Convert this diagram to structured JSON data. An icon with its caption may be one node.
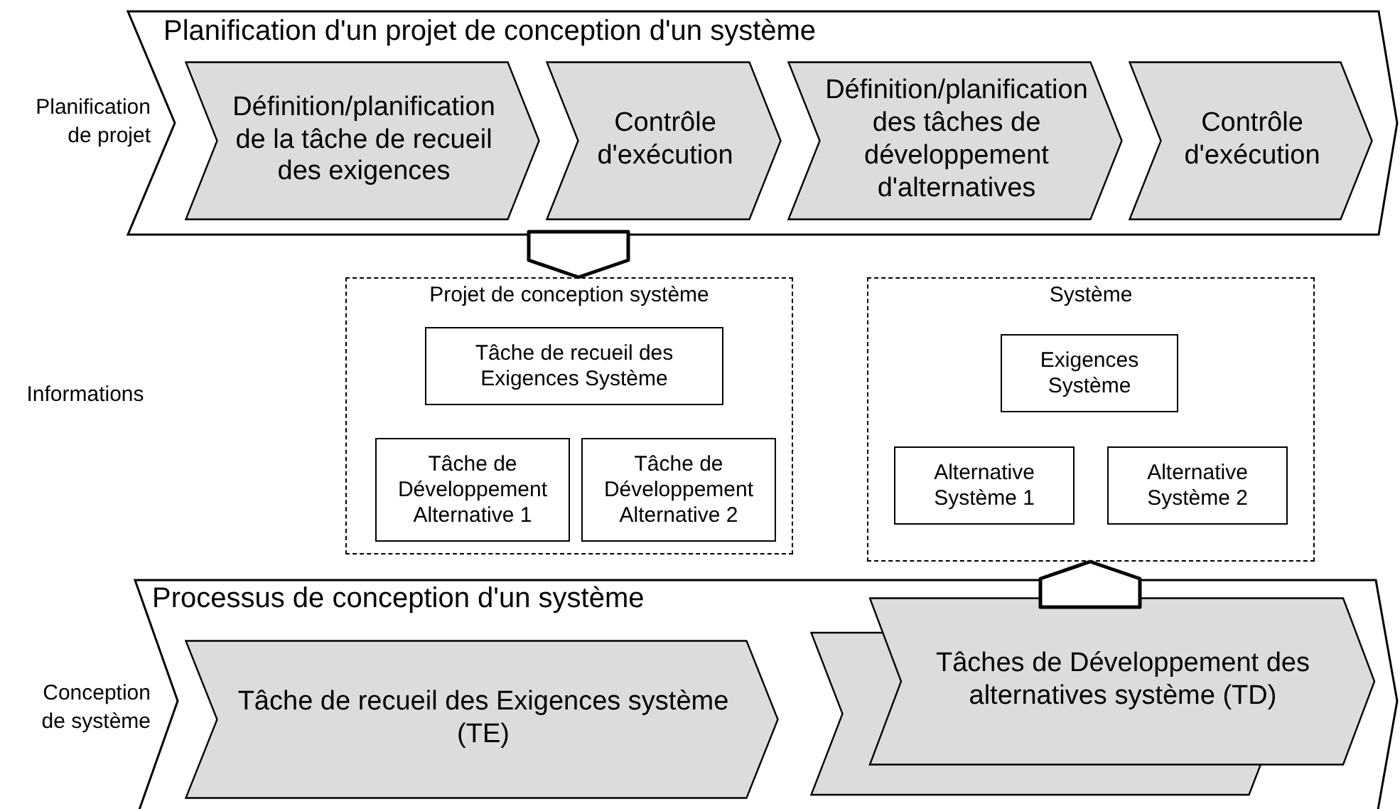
{
  "diagram": {
    "nodes": [
      {
        "text": [
          "Planification d'un projet de conception d'un système"
        ]
      },
      {
        "text": [
          "Définition/planification de la tâche de recueil des exigences"
        ],
        "in": 0
      },
      {
        "text": [
          "Contrôle d'exécution"
        ],
        "in": 0
      },
      {
        "text": [
          "Définition/planification des tâches de développement d'alternatives"
        ],
        "in": 0
      },
      {
        "text": [
          "Contrôle d'exécution"
        ],
        "in": 0
      },
      {
        "text": [
          "Projet de conception système"
        ]
      },
      {
        "text": [
          "Tâche de recueil des Exigences Système"
        ],
        "in": 5
      },
      {
        "text": [
          "Tâche de Développement Alternative 1"
        ],
        "in": 5
      },
      {
        "text": [
          "Tâche de Développement Alternative 2"
        ],
        "in": 5
      },
      {
        "text": [
          "Système"
        ]
      },
      {
        "text": [
          "Exigences Système"
        ],
        "in": 9
      },
      {
        "text": [
          "Alternative Système 1"
        ],
        "in": 9
      },
      {
        "text": [
          "Alternative Système 2"
        ],
        "in": 9
      },
      {
        "text": [
          "Processus de conception d'un système"
        ]
      },
      {
        "text": [
          "Tâche de recueil des Exigences système (TE)"
        ],
        "in": 13
      },
      {
        "text": [
          "Tâches de Développement des alternatives système (TD)"
        ],
        "in": 13
      }
    ],
    "edges": [
      {
        "from": 0,
        "to": 5,
        "arrow": "to"
      },
      {
        "from": 13,
        "to": 9,
        "arrow": "to"
      }
    ],
    "labels": [
      "Planification de projet",
      "Informations",
      "Conception de système"
    ]
  }
}
